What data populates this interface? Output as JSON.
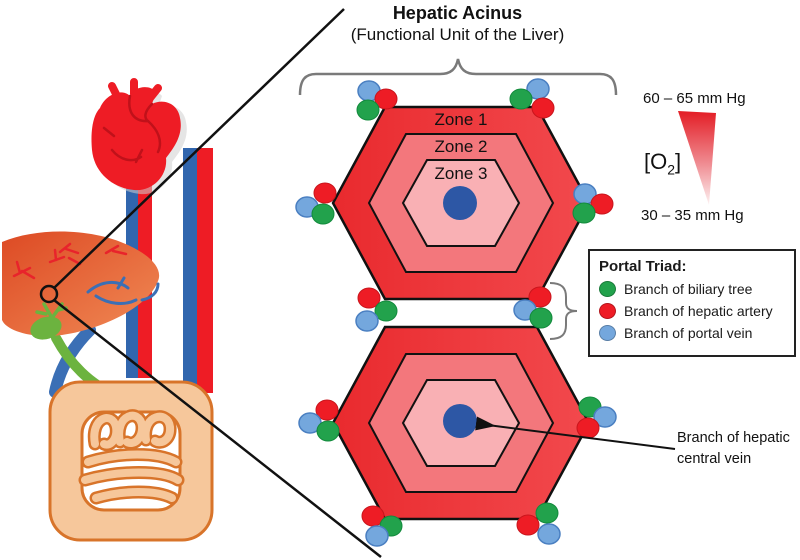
{
  "title": {
    "main": "Hepatic Acinus",
    "subtitle": "(Functional Unit of the Liver)"
  },
  "acinus": {
    "zone_labels": [
      "Zone 1",
      "Zone 2",
      "Zone 3"
    ]
  },
  "oxygen_scale": {
    "high": "60 – 65 mm Hg",
    "low": "30 – 35 mm Hg",
    "label_pre": "[O",
    "label_sub": "2",
    "label_post": "]"
  },
  "portal_triad_legend": {
    "title": "Portal Triad:",
    "items": [
      {
        "name": "biliary-tree",
        "color": "#22a24c",
        "label": "Branch of biliary tree"
      },
      {
        "name": "hepatic-artery",
        "color": "#ee1c25",
        "label": "Branch of hepatic artery"
      },
      {
        "name": "portal-vein",
        "color": "#74a7dd",
        "label": "Branch of portal vein"
      }
    ]
  },
  "annotation": {
    "line1": "Branch of hepatic",
    "line2": "central vein"
  },
  "colors": {
    "zone1_red": "#ee3135",
    "zone2_pink": "#f3777c",
    "zone3_light_pink": "#f9b0b4",
    "central_vein_blue": "#2d57a5",
    "biliary_green": "#22a24c",
    "artery_red": "#ee1c25",
    "portal_vein_blue": "#74a7dd",
    "liver_orange": "#e35327",
    "intestine_tan": "#f6c79b",
    "intestine_outline": "#d8742a"
  }
}
